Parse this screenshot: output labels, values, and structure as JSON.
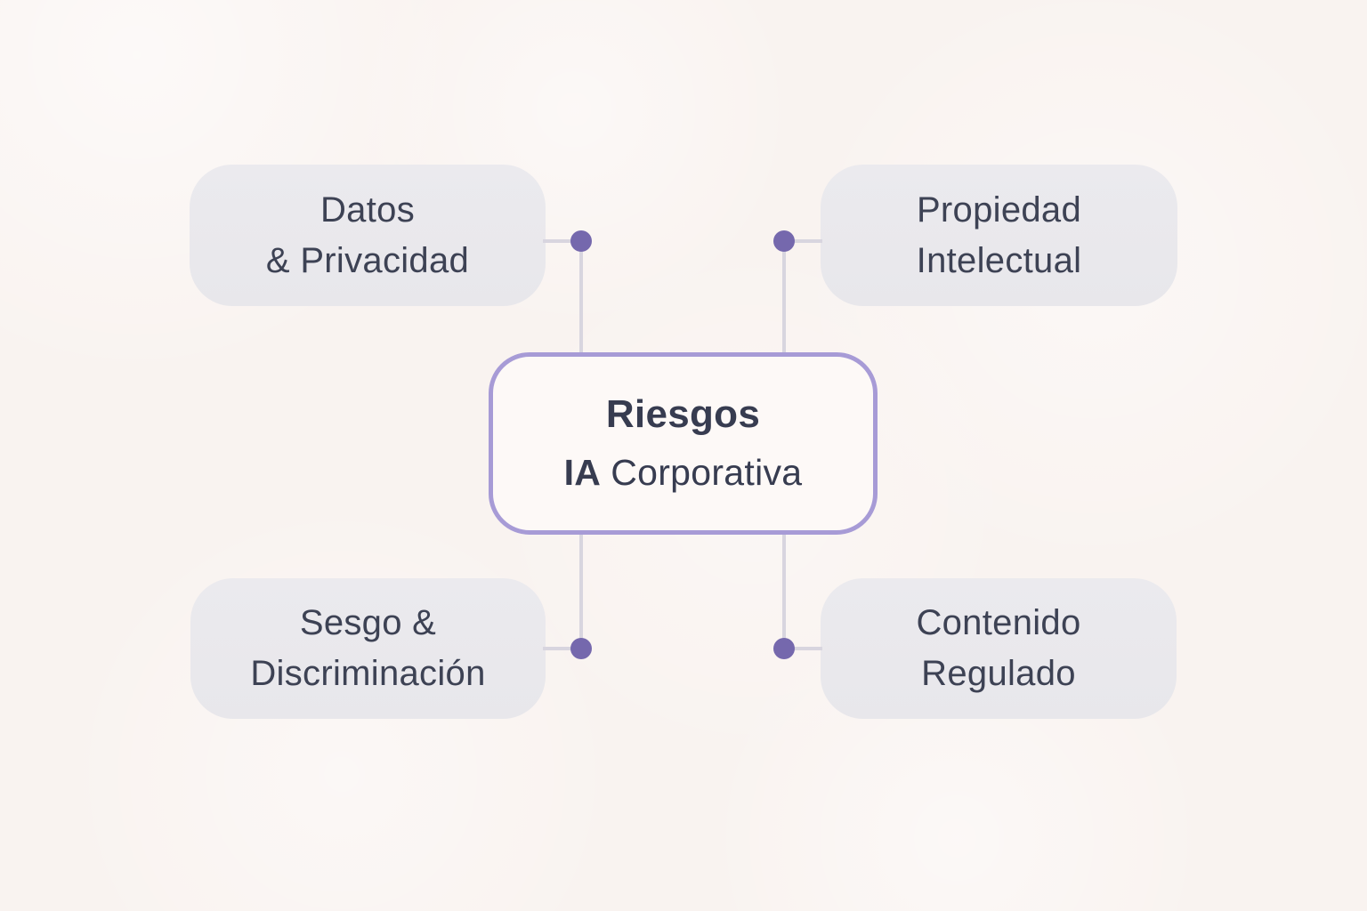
{
  "diagram": {
    "title": "Riesgos IA Corporativa",
    "center": {
      "line1": "Riesgos",
      "line2_bold": "IA",
      "line2_rest": "Corporativa"
    },
    "nodes": [
      {
        "id": "datos-privacidad",
        "line1": "Datos",
        "line2": "& Privacidad"
      },
      {
        "id": "propiedad-intelectual",
        "line1": "Propiedad",
        "line2": "Intelectual"
      },
      {
        "id": "sesgo-discriminacion",
        "line1": "Sesgo &",
        "line2": "Discriminación"
      },
      {
        "id": "contenido-regulado",
        "line1": "Contenido",
        "line2": "Regulado"
      }
    ],
    "colors": {
      "background": "#f9f3f0",
      "node_fill": "#e9e8ec",
      "node_text": "#3d4254",
      "center_fill": "#fdf9f7",
      "center_border": "#a79bd6",
      "center_text": "#373c50",
      "connector_line": "#d8d5df",
      "connector_dot": "#7568ad"
    }
  }
}
